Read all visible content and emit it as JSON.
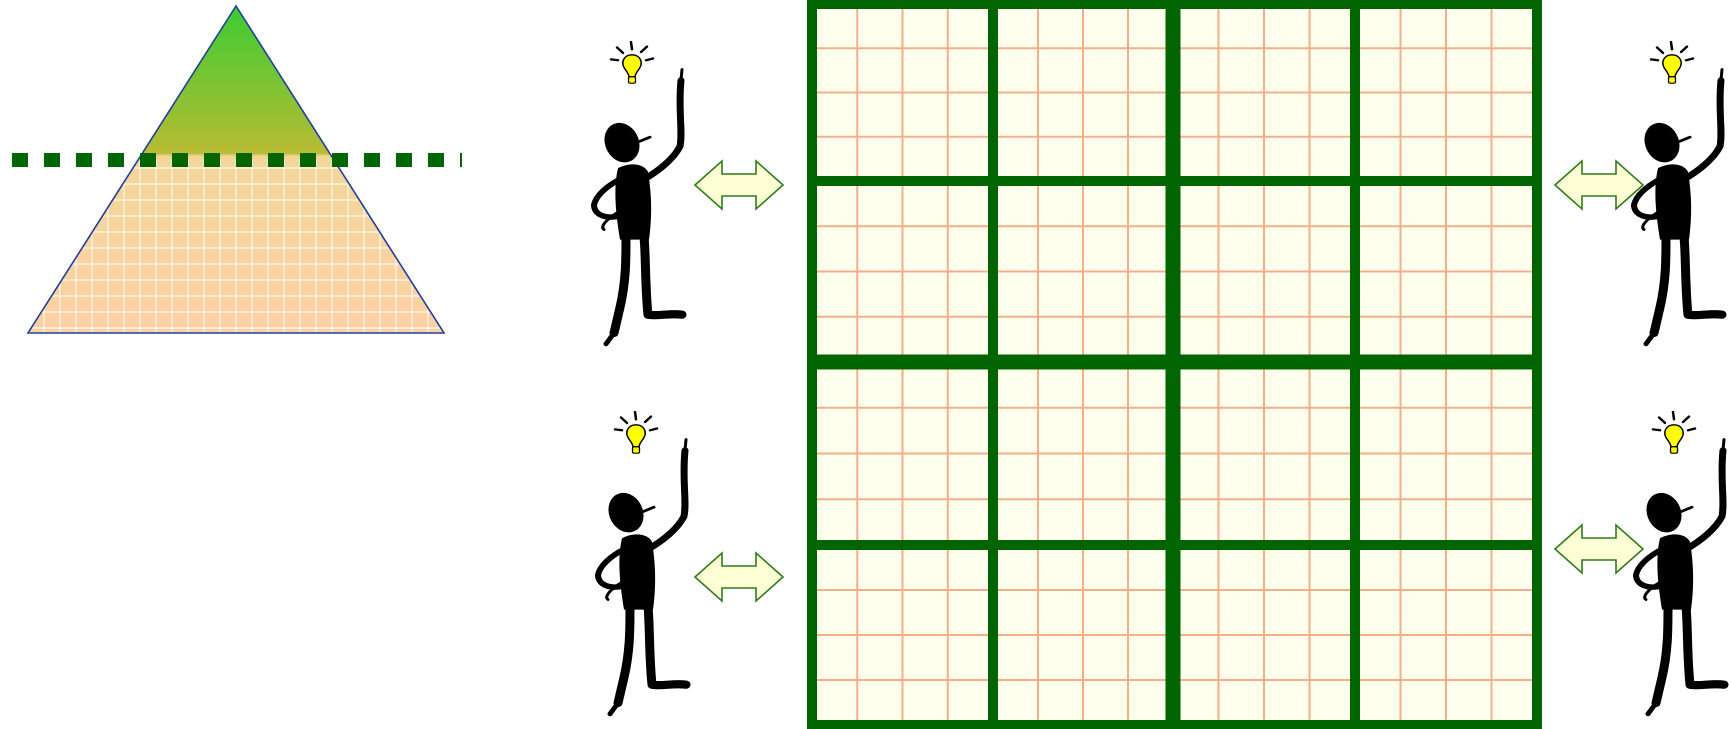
{
  "colors": {
    "grid_frame": "#006400",
    "grid_cell_fill": "#FFFFEE",
    "grid_minor_line": "#F5AD8A",
    "pyramid_top": "#3CCB33",
    "pyramid_bottom": "#FDD0A4",
    "pyramid_outline": "#1F3F9E",
    "divider_dash": "#006400",
    "arrow_fill": "#FFFFD6",
    "arrow_outline": "#2E7D1A",
    "figure_fill": "#000000",
    "bulb_fill": "#FFFF00"
  },
  "diagram": {
    "grid": {
      "major_rows": 4,
      "major_cols": 4,
      "minor_divisions": 4,
      "quadrants": 4
    },
    "people": [
      {
        "id": "person-top-left",
        "icon": "thinking-person-icon"
      },
      {
        "id": "person-bottom-left",
        "icon": "thinking-person-icon"
      },
      {
        "id": "person-top-right",
        "icon": "thinking-person-icon"
      },
      {
        "id": "person-bottom-right",
        "icon": "thinking-person-icon"
      }
    ],
    "arrows": [
      {
        "id": "arrow-top-left",
        "icon": "double-arrow-icon"
      },
      {
        "id": "arrow-bottom-left",
        "icon": "double-arrow-icon"
      },
      {
        "id": "arrow-top-right",
        "icon": "double-arrow-icon"
      },
      {
        "id": "arrow-bottom-right",
        "icon": "double-arrow-icon"
      }
    ],
    "pyramid": {
      "icon": "pyramid-icon",
      "divider": "dashed-divider-line"
    }
  }
}
